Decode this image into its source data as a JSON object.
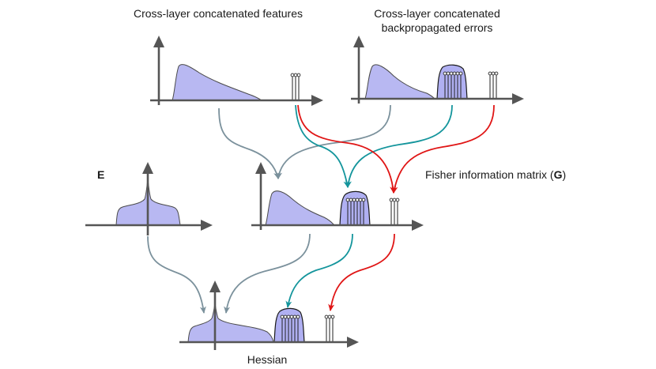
{
  "labels": {
    "features": "Cross-layer concatenated features",
    "errors_line1": "Cross-layer concatenated",
    "errors_line2": "backpropagated errors",
    "e_label": "E",
    "fisher_prefix": "Fisher information matrix (",
    "fisher_g": "G",
    "fisher_suffix": ")",
    "hessian": "Hessian"
  },
  "colors": {
    "distribution_fill": "#b8b8f2",
    "axis": "#555555",
    "arrow_gray": "#7b919c",
    "arrow_teal": "#14959c",
    "arrow_red": "#e01515",
    "spike": "#2222aa"
  }
}
